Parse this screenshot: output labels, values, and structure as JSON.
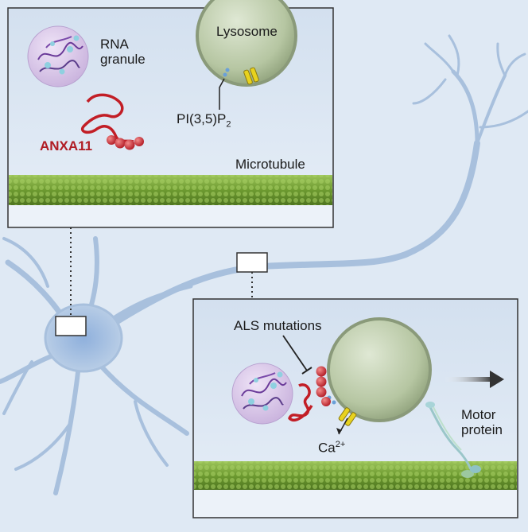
{
  "labels": {
    "rna_granule_line1": "RNA",
    "rna_granule_line2": "granule",
    "lysosome": "Lysosome",
    "pi35p2_main": "PI(3,5)P",
    "pi35p2_sub": "2",
    "anxa11": "ANXA11",
    "microtubule": "Microtubule",
    "als_mutations": "ALS mutations",
    "motor_line1": "Motor",
    "motor_line2": "protein",
    "calcium_main": "Ca",
    "calcium_sup": "2+"
  },
  "colors": {
    "background": "#dfe9f4",
    "neuron": "#a9c1de",
    "microtubule": "#7fa83c",
    "lysosome": "#b9c8a6",
    "anxa11": "#b01c24",
    "rna_granule": "#d6c3e6",
    "channel": "#e8d21e"
  }
}
